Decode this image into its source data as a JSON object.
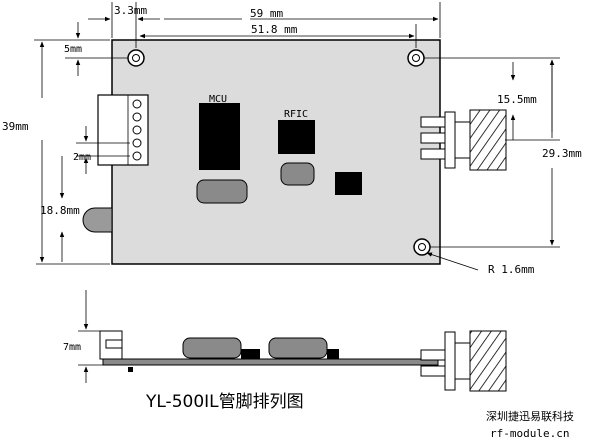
{
  "dimensions": {
    "d_3_3": "3.3mm",
    "d_59": "59 mm",
    "d_51_8": "51.8 mm",
    "d_5": "5mm",
    "d_39": "39mm",
    "d_2": "2mm",
    "d_18_8": "18.8mm",
    "d_15_5": "15.5mm",
    "d_29_3": "29.3mm",
    "d_r16": "R 1.6mm",
    "d_7": "7mm"
  },
  "chips": {
    "mcu": "MCU",
    "rfic": "RFIC"
  },
  "caption": "YL-500IL管脚排列图",
  "brand": {
    "company": "深圳捷迅易联科技",
    "site": "rf-module.cn"
  },
  "colors": {
    "board": "#dcdcdc",
    "chip": "#000000",
    "component": "#8a8a8a"
  }
}
